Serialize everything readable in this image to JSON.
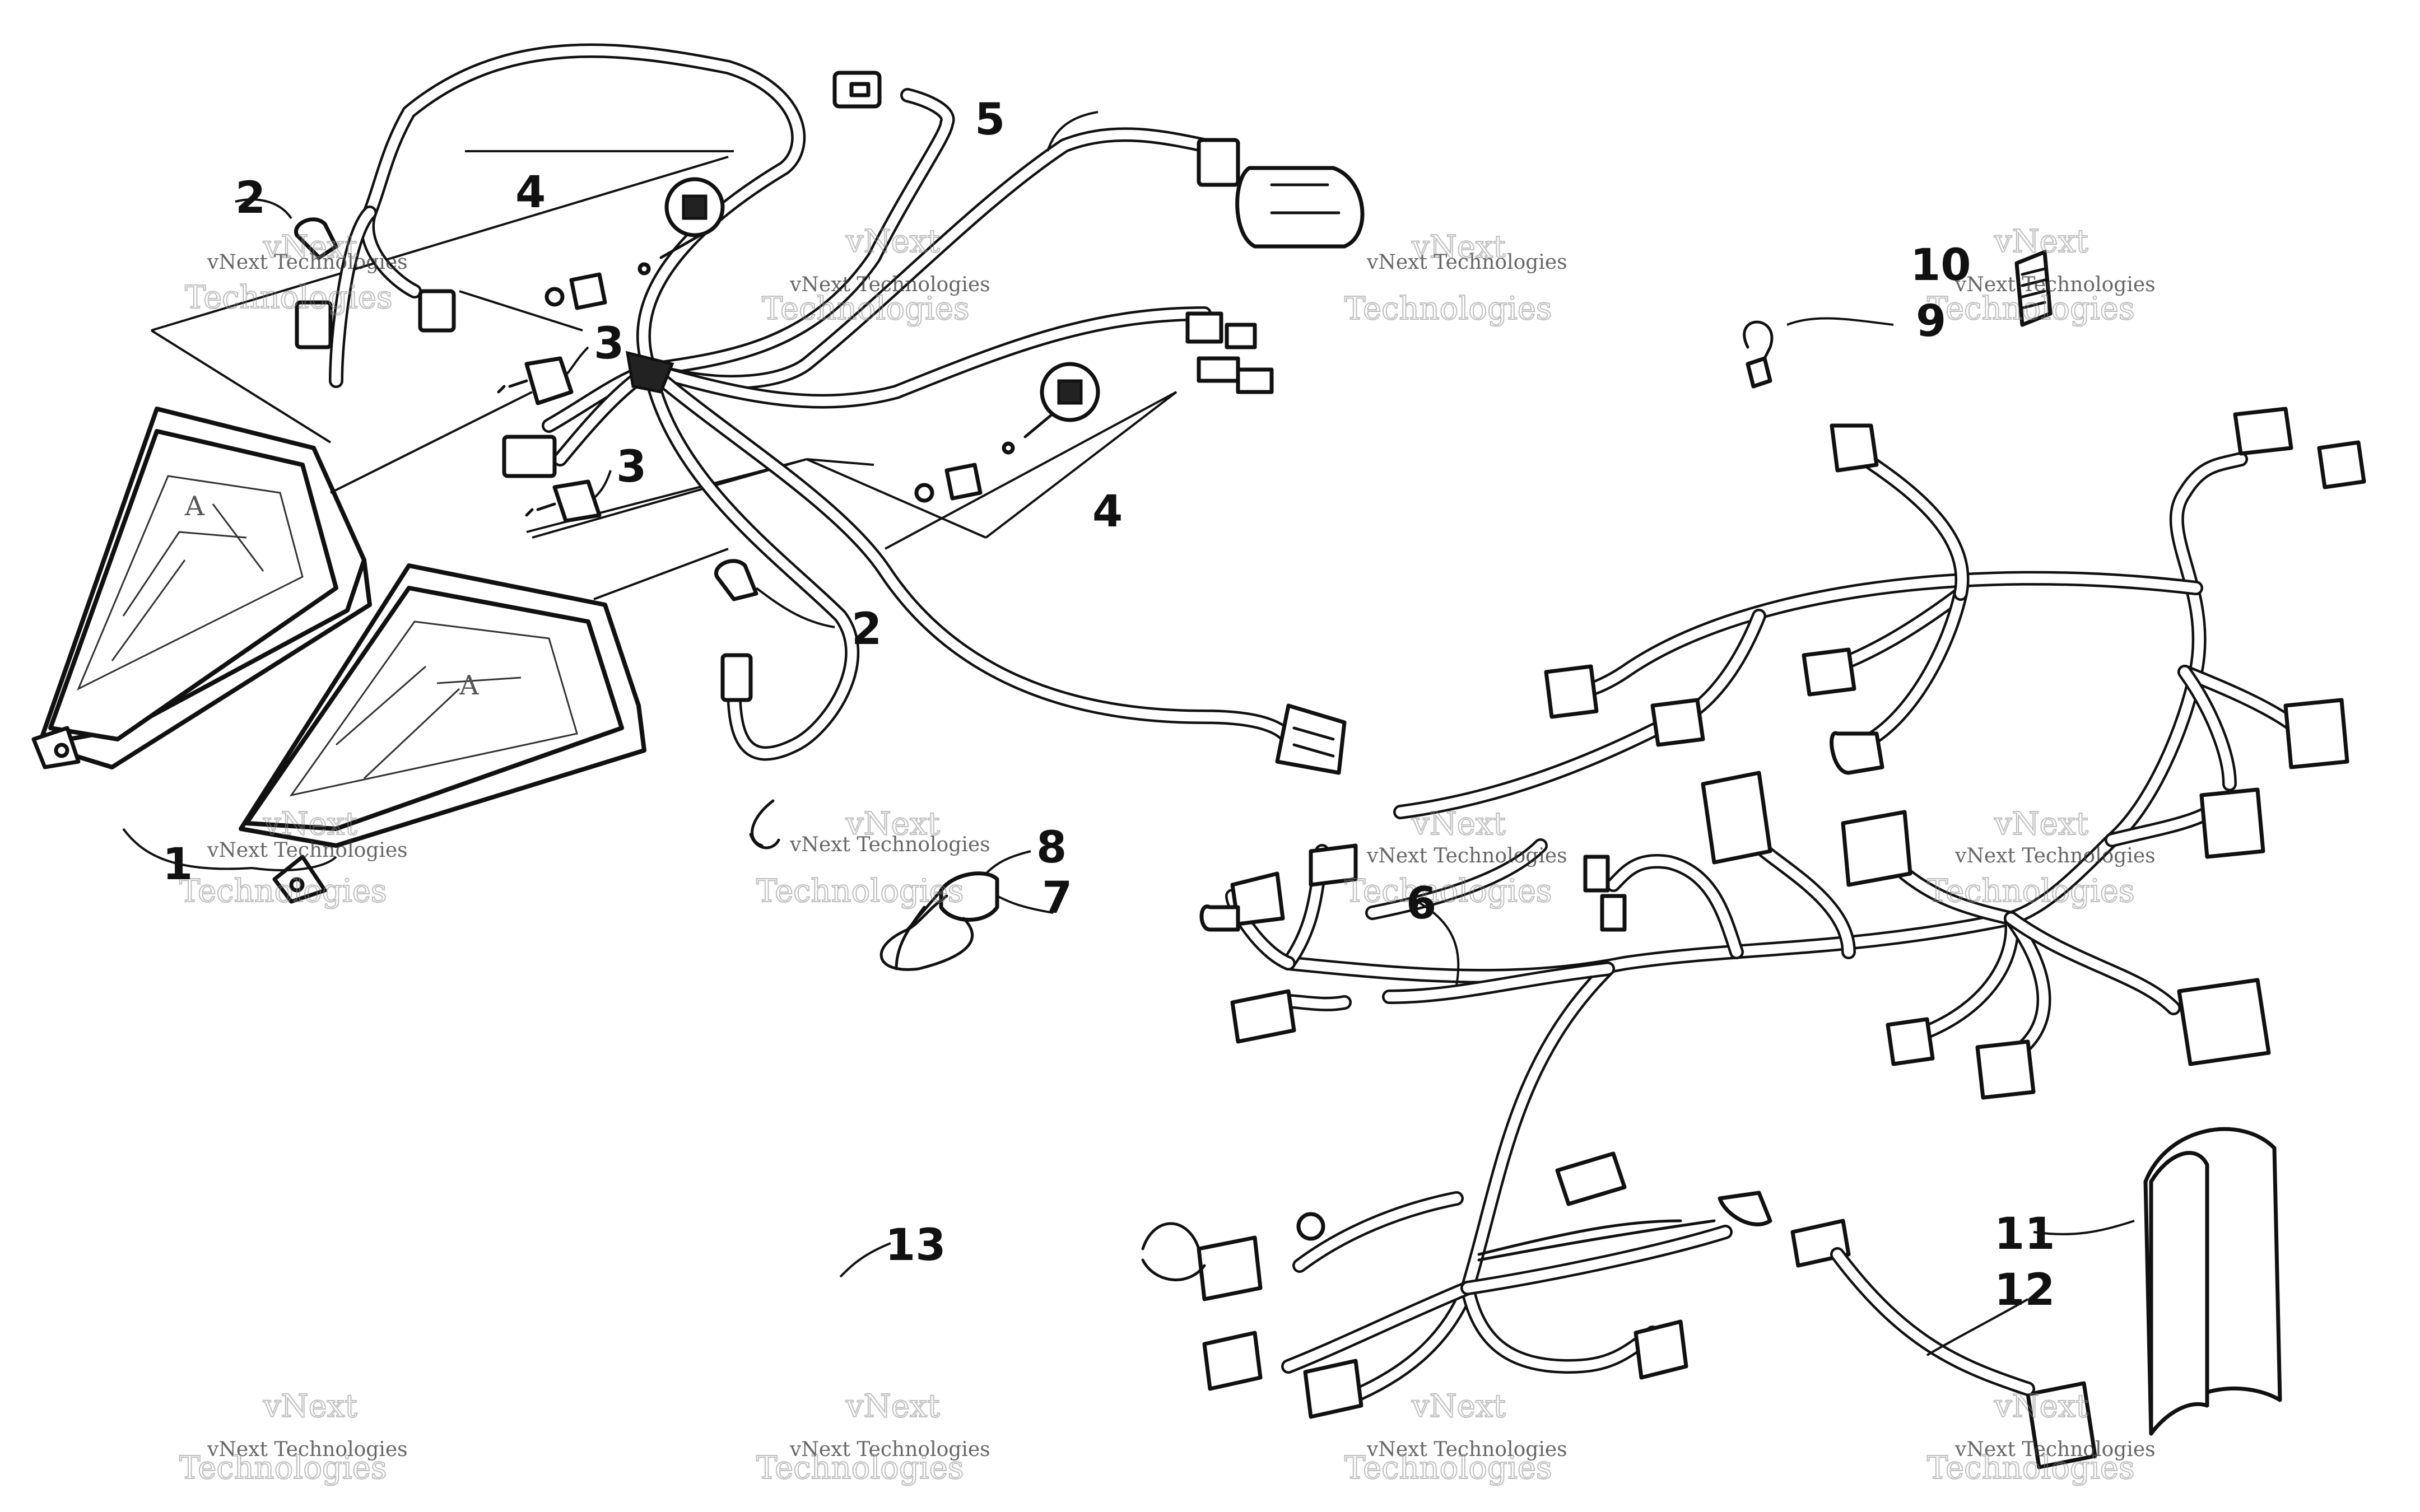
{
  "callouts": [
    {
      "id": "c1",
      "label": "1"
    },
    {
      "id": "c2a",
      "label": "2"
    },
    {
      "id": "c2b",
      "label": "2"
    },
    {
      "id": "c3a",
      "label": "3"
    },
    {
      "id": "c3b",
      "label": "3"
    },
    {
      "id": "c4a",
      "label": "4"
    },
    {
      "id": "c4b",
      "label": "4"
    },
    {
      "id": "c5",
      "label": "5"
    },
    {
      "id": "c6",
      "label": "6"
    },
    {
      "id": "c7",
      "label": "7"
    },
    {
      "id": "c8",
      "label": "8"
    },
    {
      "id": "c9",
      "label": "9"
    },
    {
      "id": "c10",
      "label": "10"
    },
    {
      "id": "c11",
      "label": "11"
    },
    {
      "id": "c12",
      "label": "12"
    },
    {
      "id": "c13",
      "label": "13"
    }
  ],
  "watermark": {
    "line1": "vNext Technologies",
    "line2": "vNext",
    "line3": "Technologies"
  }
}
